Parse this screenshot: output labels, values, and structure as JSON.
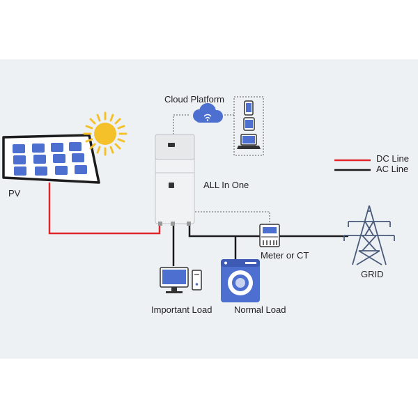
{
  "labels": {
    "cloud": "Cloud Platform",
    "pv": "PV",
    "all_in_one": "ALL In One",
    "dc_line": "DC Line",
    "ac_line": "AC Line",
    "meter": "Meter or CT",
    "grid": "GRID",
    "important_load": "Important Load",
    "normal_load": "Normal Load"
  },
  "colors": {
    "background_band": "#eef1f4",
    "dc_line": "#e0262a",
    "ac_line": "#1a1a1a",
    "data_link": "#7a7a7a",
    "accent_blue": "#4d6fcf",
    "sun": "#f5c12a"
  },
  "icons": [
    "solar-panel-icon",
    "sun-icon",
    "cloud-icon",
    "phone-icon",
    "tablet-icon",
    "laptop-icon",
    "inverter-battery-icon",
    "meter-icon",
    "transmission-tower-icon",
    "computer-icon",
    "washing-machine-icon"
  ]
}
